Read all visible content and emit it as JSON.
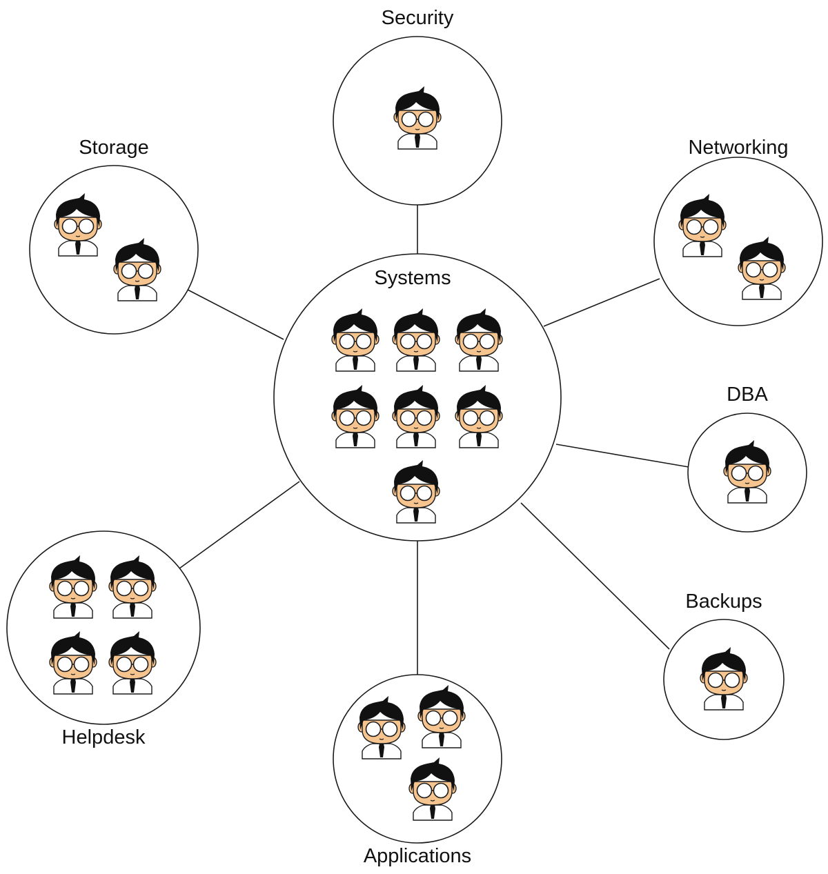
{
  "diagram": {
    "hub": {
      "label": "Systems",
      "members": 7
    },
    "teams": [
      {
        "id": "security",
        "label": "Security",
        "members": 1
      },
      {
        "id": "networking",
        "label": "Networking",
        "members": 2
      },
      {
        "id": "dba",
        "label": "DBA",
        "members": 1
      },
      {
        "id": "backups",
        "label": "Backups",
        "members": 1
      },
      {
        "id": "applications",
        "label": "Applications",
        "members": 3
      },
      {
        "id": "helpdesk",
        "label": "Helpdesk",
        "members": 4
      },
      {
        "id": "storage",
        "label": "Storage",
        "members": 2
      }
    ]
  },
  "colors": {
    "hair": "#111111",
    "skin": "#f6c48f",
    "shirt": "#ffffff",
    "tie": "#111111",
    "outline": "#1a1a1a"
  },
  "icons": {
    "member": "person-icon"
  }
}
